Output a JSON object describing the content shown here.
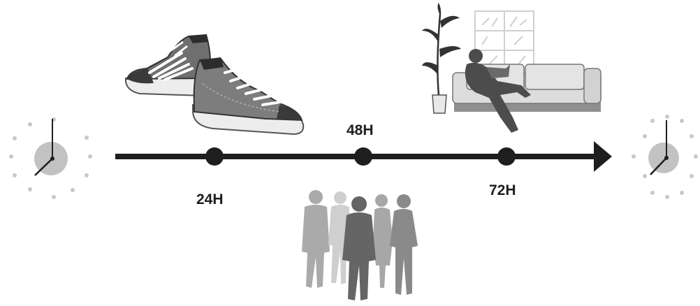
{
  "timeline": {
    "markers": [
      {
        "id": "24h",
        "label": "24H",
        "label_position": "below"
      },
      {
        "id": "48h",
        "label": "48H",
        "label_position": "above"
      },
      {
        "id": "72h",
        "label": "72H",
        "label_position": "below"
      }
    ]
  },
  "icons": {
    "start": "clock-icon",
    "end": "clock-icon",
    "24h_illustration": "sneakers-illustration",
    "48h_illustration": "group-of-people-illustration",
    "72h_illustration": "person-relaxing-on-sofa-illustration"
  },
  "colors": {
    "timeline": "#1e1e1e",
    "clock_face": "#c2c2c2",
    "clock_dots": "#c8c8c8",
    "illustration_dark": "#5f5f5f",
    "illustration_mid": "#8c8c8c",
    "illustration_light": "#bdbdbd"
  }
}
